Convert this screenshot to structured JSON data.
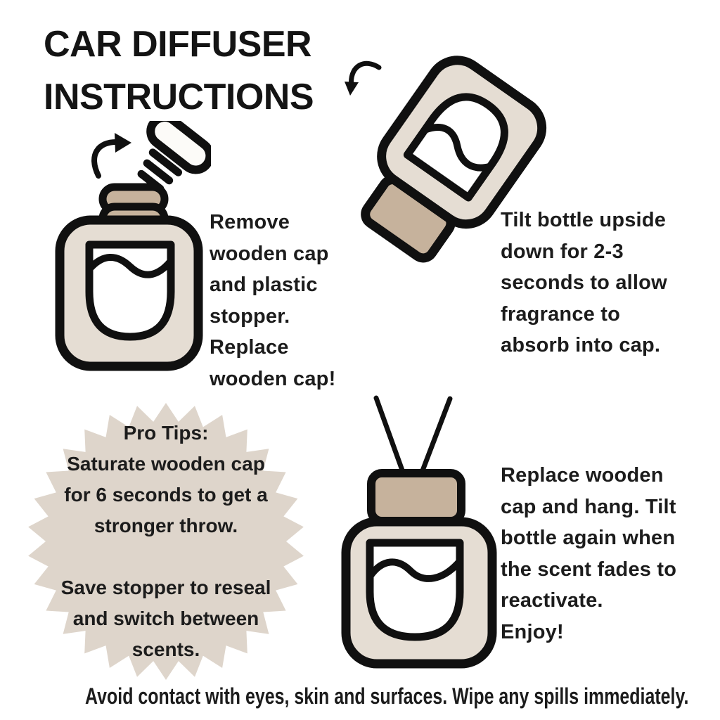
{
  "title": {
    "text": "CAR DIFFUSER\nINSTRUCTIONS"
  },
  "colors": {
    "bottle_body": "#e5ddd3",
    "wooden_cap": "#c6b29c",
    "starburst": "#ded5cb",
    "stopper_white": "#fcfbf8",
    "outline": "#101010",
    "text": "#1c1c1c"
  },
  "icons": {
    "step1_arrow": "curved-arrow-clockwise-icon",
    "step2_arrow": "curved-arrow-counterclockwise-icon"
  },
  "steps": [
    {
      "illustration": "diffuser-bottle-with-stopper-removed",
      "text": "Remove\nwooden cap\nand plastic\nstopper.\nReplace\nwooden cap!"
    },
    {
      "illustration": "diffuser-bottle-tilted-upside-down",
      "text": "Tilt bottle upside\ndown for 2-3\nseconds to allow\nfragrance to\nabsorb into cap."
    },
    {
      "illustration": "diffuser-bottle-capped-with-hanging-cord",
      "text": "Replace wooden\ncap and hang. Tilt\nbottle again when\nthe scent fades to\nreactivate.\nEnjoy!"
    }
  ],
  "pro_tips": {
    "text": "Pro Tips:\nSaturate wooden cap\nfor 6 seconds to get a\nstronger throw.\n\nSave stopper to reseal\nand switch between\nscents."
  },
  "footer": {
    "warning": "Avoid contact with eyes, skin and surfaces. Wipe any spills immediately."
  }
}
